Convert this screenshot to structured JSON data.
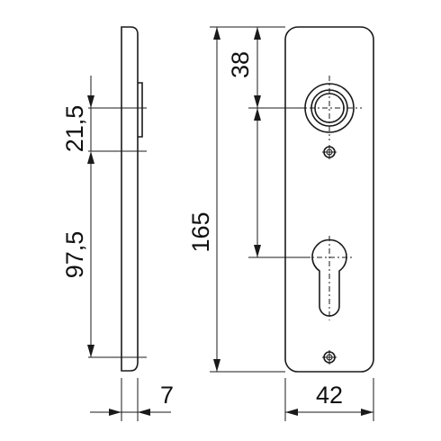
{
  "dimensions": {
    "top_to_handle": "38",
    "total_height": "165",
    "plate_width": "42",
    "side_thickness": "7",
    "handle_offset": "21,5",
    "spindle_to_cylinder": "97,5"
  },
  "colors": {
    "line": "#1a1a1a",
    "background": "#ffffff"
  }
}
